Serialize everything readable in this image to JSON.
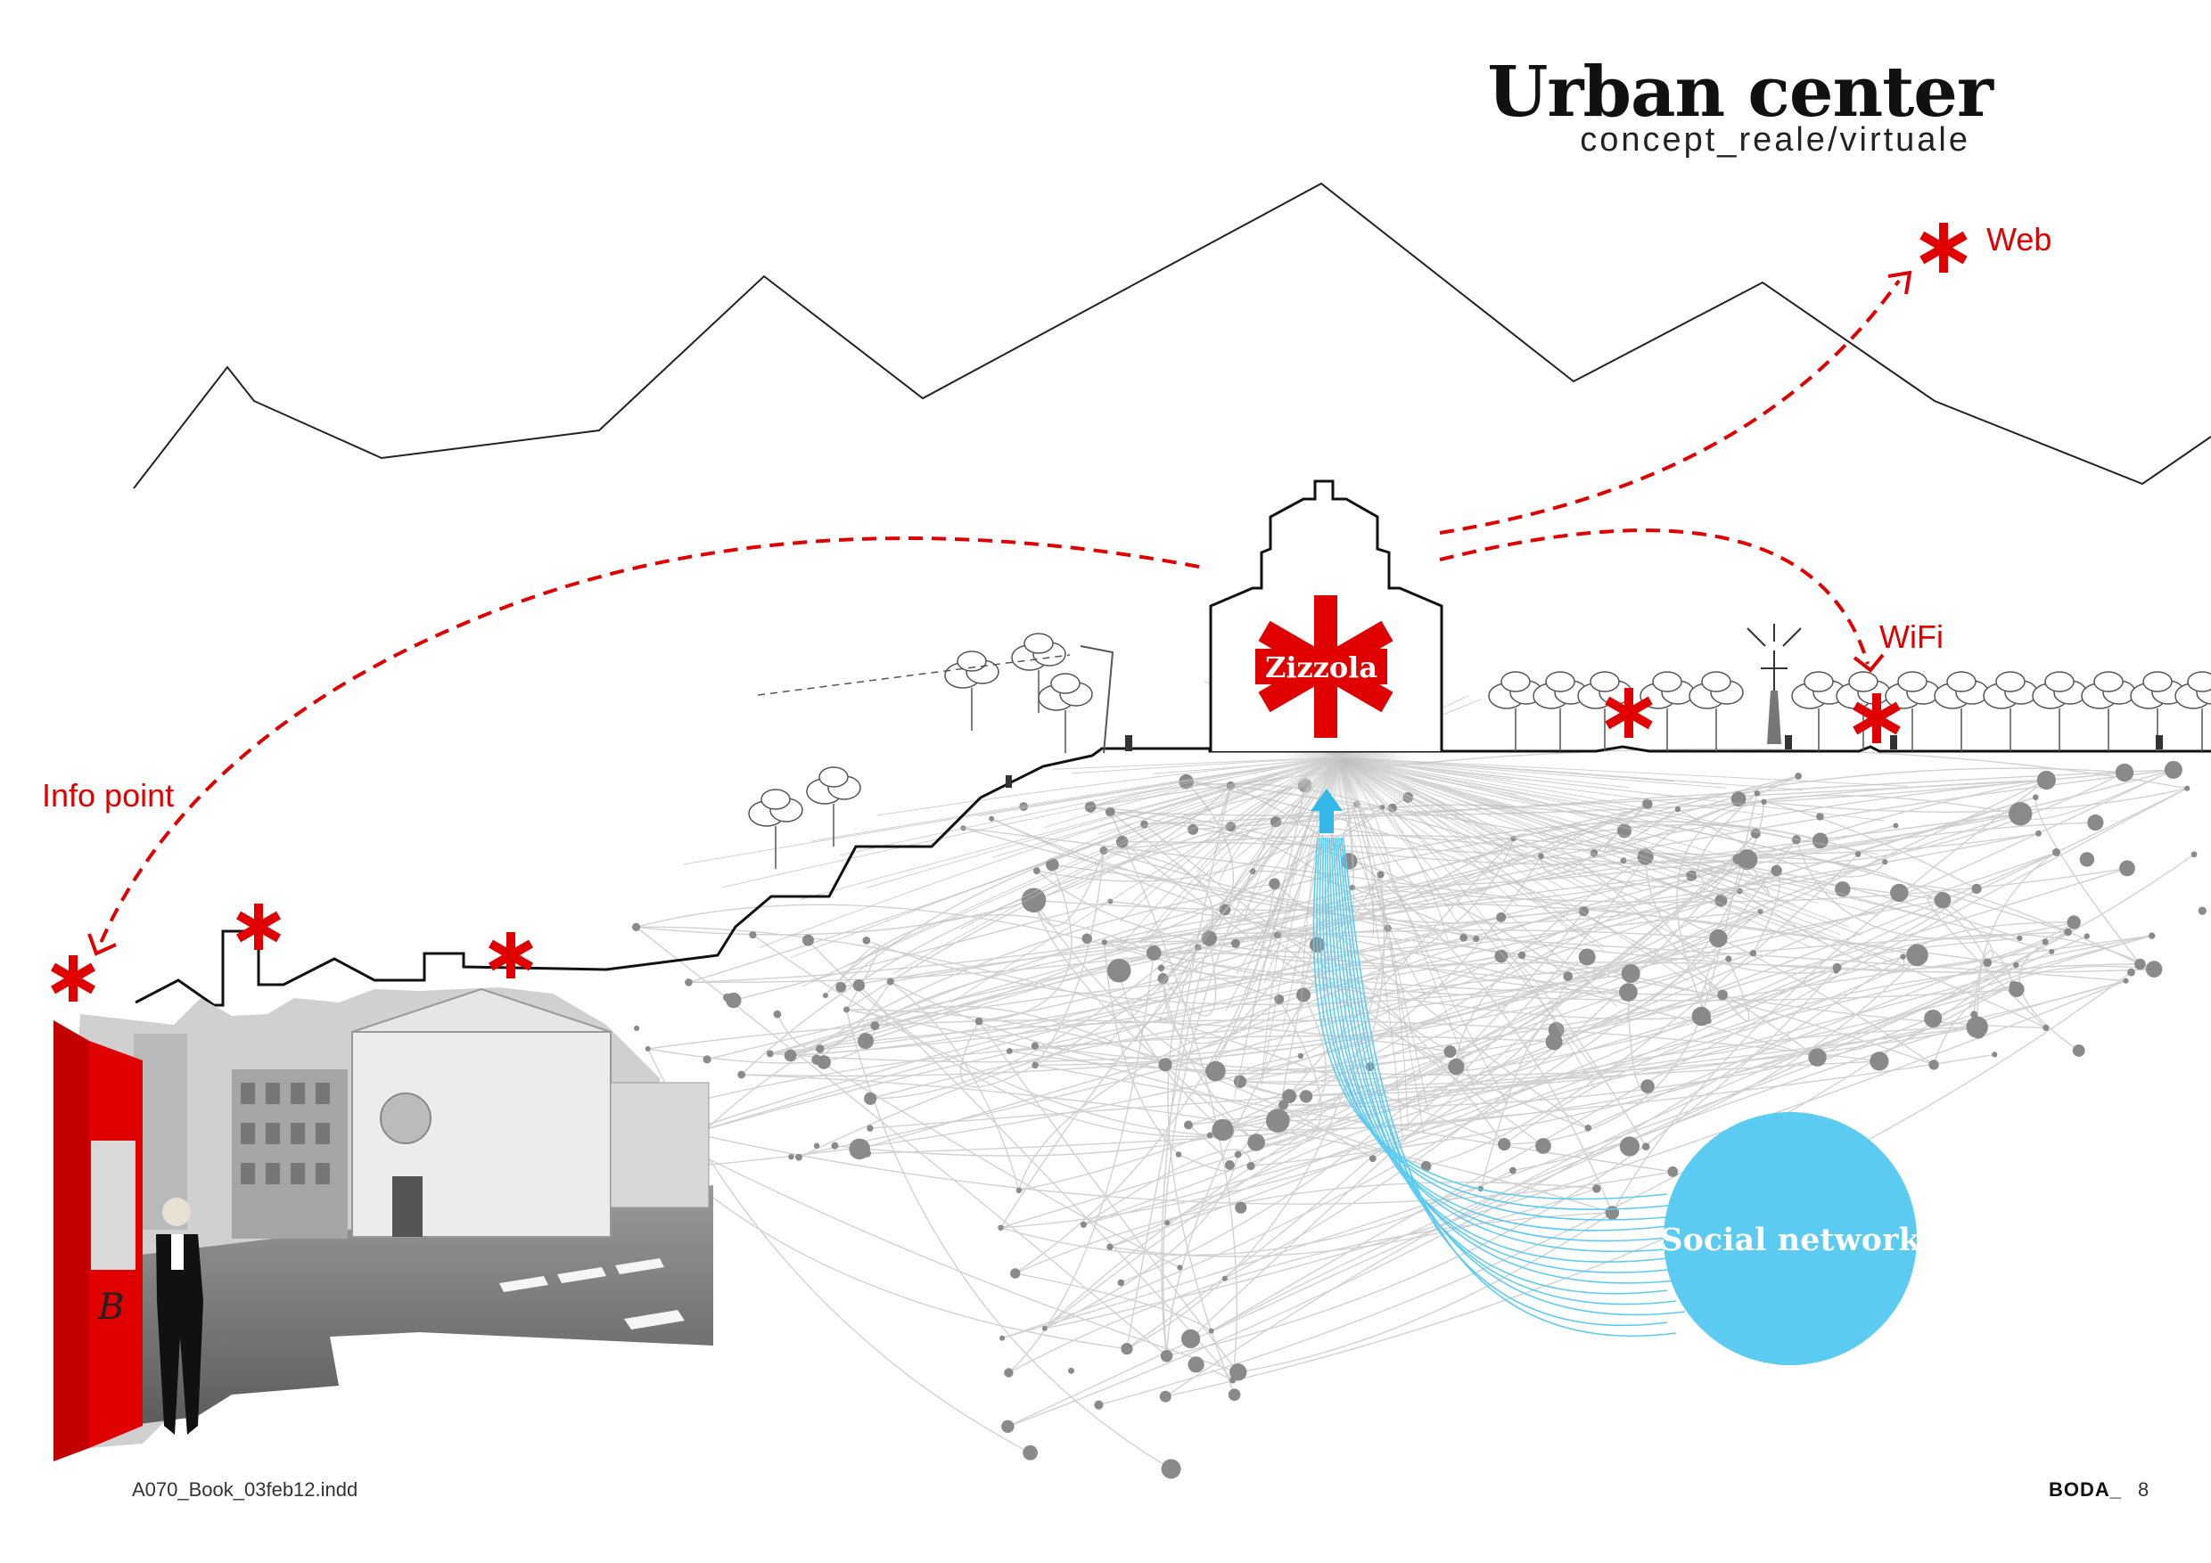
{
  "page": {
    "title": "Urban center",
    "subtitle": "concept_reale/virtuale"
  },
  "labels": {
    "web": "Web",
    "wifi": "WiFi",
    "info_point": "Info point",
    "zizzola": "Zizzola",
    "social_network": "Social network"
  },
  "footer": {
    "filename": "A070_Book_03feb12.indd",
    "brand": "BODA_",
    "page_number": "8"
  },
  "colors": {
    "accent_red": "#e00000",
    "social_blue": "#5ccbf2",
    "network_grey": "#8a8a8a",
    "line_black": "#111111"
  },
  "icons": [
    "asterisk-icon",
    "up-arrow-icon",
    "person-icon",
    "tree-icon",
    "antenna-icon"
  ]
}
